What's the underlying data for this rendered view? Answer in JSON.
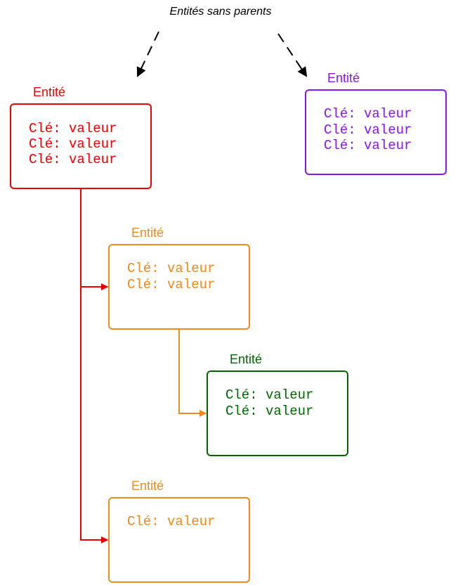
{
  "caption": "Entités sans parents",
  "colors": {
    "root": "#ee0000",
    "child": "#f08a1a",
    "grandchild": "#006600",
    "orphan": "#8a16e8",
    "arrow_dashed": "#000000"
  },
  "entities": {
    "root": {
      "title": "Entité",
      "lines": [
        "Clé: valeur",
        "Clé: valeur",
        "Clé: valeur"
      ]
    },
    "orphan": {
      "title": "Entité",
      "lines": [
        "Clé: valeur",
        "Clé: valeur",
        "Clé: valeur"
      ]
    },
    "child1": {
      "title": "Entité",
      "lines": [
        "Clé: valeur",
        "Clé: valeur"
      ]
    },
    "grandchild": {
      "title": "Entité",
      "lines": [
        "Clé: valeur",
        "Clé: valeur"
      ]
    },
    "child2": {
      "title": "Entité",
      "lines": [
        "Clé: valeur"
      ]
    }
  }
}
